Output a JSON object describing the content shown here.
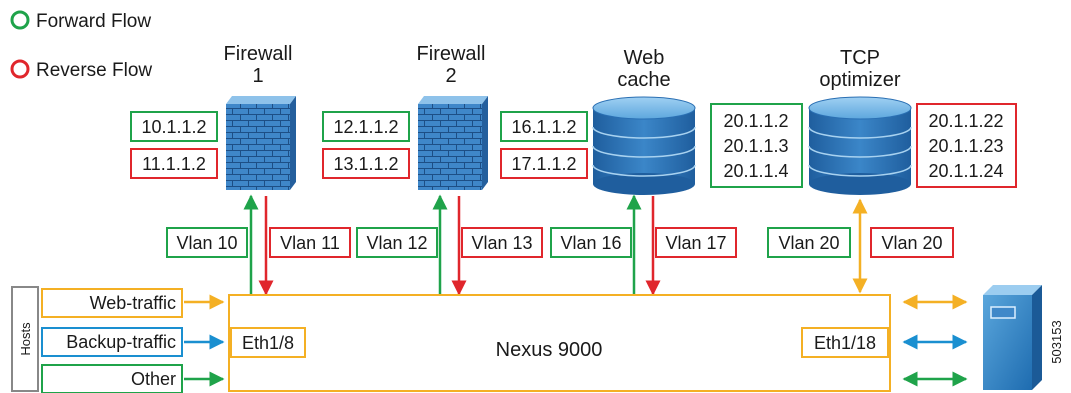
{
  "legend": {
    "forward": "Forward Flow",
    "reverse": "Reverse Flow"
  },
  "devices": {
    "firewall1": {
      "title_line1": "Firewall",
      "title_line2": "1",
      "fwd_ip": "10.1.1.2",
      "rev_ip": "11.1.1.2"
    },
    "firewall2": {
      "title_line1": "Firewall",
      "title_line2": "2",
      "fwd_ip": "12.1.1.2",
      "rev_ip": "13.1.1.2"
    },
    "webcache": {
      "title_line1": "Web",
      "title_line2": "cache",
      "fwd_ip": "16.1.1.2",
      "rev_ip": "17.1.1.2"
    },
    "tcpopt": {
      "title_line1": "TCP",
      "title_line2": "optimizer",
      "fwd_ips": [
        "20.1.1.2",
        "20.1.1.3",
        "20.1.1.4"
      ],
      "rev_ips": [
        "20.1.1.22",
        "20.1.1.23",
        "20.1.1.24"
      ]
    }
  },
  "vlans": {
    "fw1_fwd": "Vlan 10",
    "fw1_rev": "Vlan 11",
    "fw2_fwd": "Vlan 12",
    "fw2_rev": "Vlan 13",
    "wc_fwd": "Vlan 16",
    "wc_rev": "Vlan 17",
    "tcp_fwd": "Vlan 20",
    "tcp_rev": "Vlan 20"
  },
  "switch": {
    "name": "Nexus 9000",
    "port_left": "Eth1/8",
    "port_right": "Eth1/18"
  },
  "hosts": {
    "label": "Hosts",
    "web": "Web-traffic",
    "backup": "Backup-traffic",
    "other": "Other"
  },
  "figure_id": "503153",
  "colors": {
    "forward": "#1fa34a",
    "reverse": "#e0262c",
    "switch": "#f4b024",
    "backup": "#1a8fd0",
    "firewall": "#3a83c6",
    "disk": "#2a6fb3"
  }
}
